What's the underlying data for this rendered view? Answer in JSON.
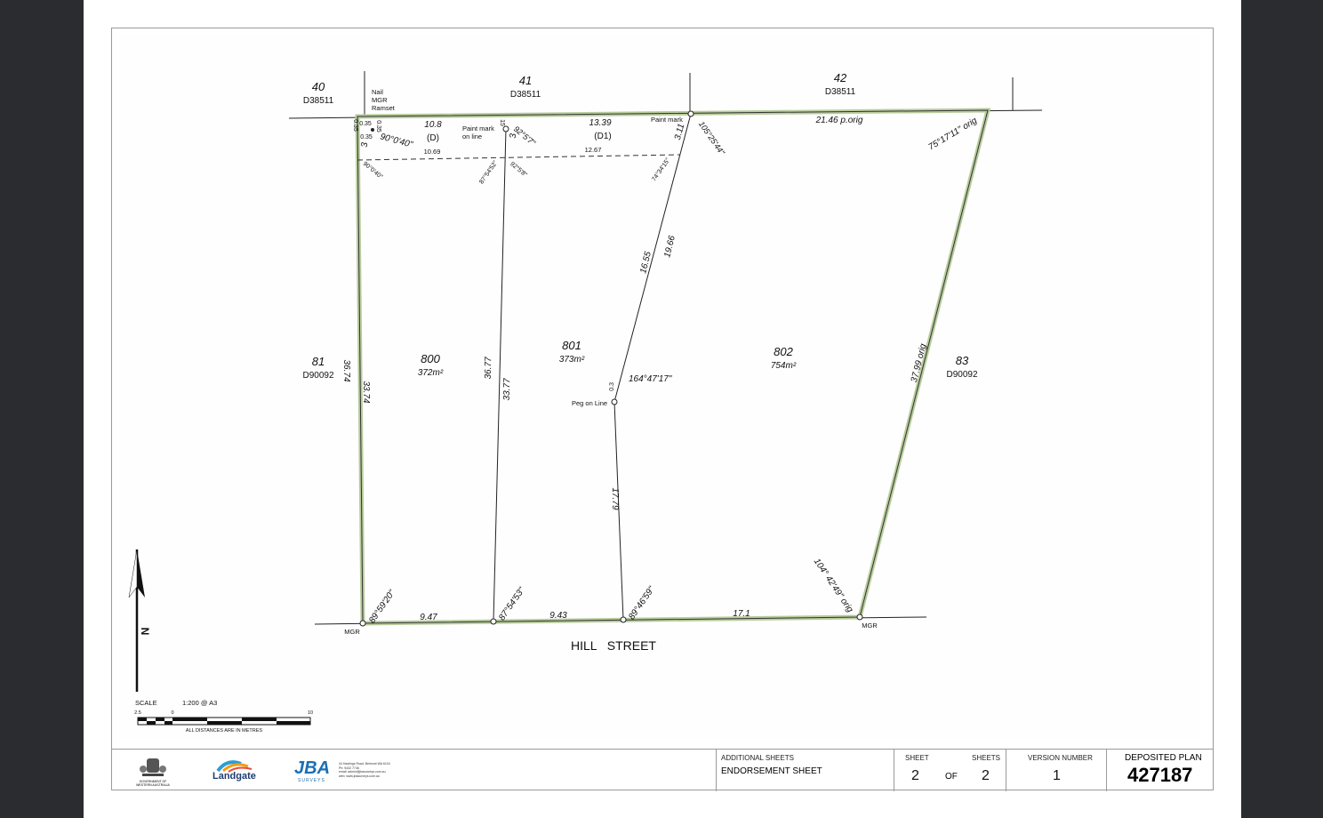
{
  "lots": {
    "l40": {
      "num": "40",
      "plan": "D38511"
    },
    "l41": {
      "num": "41",
      "plan": "D38511"
    },
    "l42": {
      "num": "42",
      "plan": "D38511"
    },
    "l81": {
      "num": "81",
      "plan": "D90092"
    },
    "l83": {
      "num": "83",
      "plan": "D90092"
    },
    "l800": {
      "num": "800",
      "area": "372m²"
    },
    "l801": {
      "num": "801",
      "area": "373m²"
    },
    "l802": {
      "num": "802",
      "area": "754m²"
    }
  },
  "street": "HILL   STREET",
  "labels": {
    "nail_mgr": [
      "Nail",
      "MGR",
      "Ramset"
    ],
    "paint_mark_line": [
      "Paint mark",
      "on line"
    ],
    "paint_mark": "Paint mark",
    "peg_on_line": "Peg on Line",
    "mgr_left": "MGR",
    "mgr_right": "MGR",
    "easement_d": "(D)",
    "easement_d1": "(D1)",
    "d_108": "10.8",
    "d_1339": "13.39",
    "d_1069": "10.69",
    "d_1267": "12.67",
    "d_2146": "21.46 p.orig",
    "b_751711": "75°17'11\" orig",
    "b_90040": "90°0'40\"",
    "b_90040s": "90°0'40\"",
    "b_9257": "92°5'7\"",
    "b_8754": "87°54'52\"",
    "b_9256": "92°5'8\"",
    "b_741415": "74°34'15\"",
    "b_1052544": "105°25'44\"",
    "d_311": "3.11",
    "d_3a": "3",
    "d_3b": "3",
    "d_035a": "0.35",
    "d_035b": "0.35",
    "d_035c": "0.35",
    "d_035d": "0.35",
    "d_15": "15",
    "d_1655": "16.55",
    "d_1966": "19.66",
    "d_3674": "36.74",
    "d_3374a": "33.74",
    "d_3677": "36.77",
    "d_3377": "33.77",
    "b_1644717": "164°47'17\"",
    "d_03": "0.3",
    "d_1779": "17.79",
    "d_3799": "37.99 orig",
    "b_1044249": "104° 42'49\" orig",
    "b_895920": "89°59'20\"",
    "b_875453": "87°54'53\"",
    "b_894659": "89°46'59\"",
    "d_947": "9.47",
    "d_943": "9.43",
    "d_171": "17.1"
  },
  "north": "N",
  "scale": {
    "label": "SCALE",
    "ratio": "1:200 @ A3",
    "tick_left": "2.5",
    "tick_zero": "0",
    "tick_right": "10",
    "note": "ALL DISTANCES ARE IN METRES"
  },
  "title_block": {
    "address_lines": [
      "44 Hastings Road, Belmont WA 6104",
      "Ph: 9432 7746",
      "email: admin@jbasurveys.com.au",
      "web: www.jbasurveys.com.au"
    ],
    "landgate": "Landgate",
    "jba": "JBA",
    "jba_sub": "SURVEYS",
    "gov": [
      "GOVERNMENT OF",
      "WESTERN AUSTRALIA"
    ],
    "additional_sheets_label": "ADDITIONAL SHEETS",
    "additional_sheets_value": "ENDORSEMENT SHEET",
    "sheet_label": "SHEET",
    "sheet_value": "2",
    "of": "OF",
    "sheets_label": "SHEETS",
    "sheets_value": "2",
    "version_label": "VERSION NUMBER",
    "version_value": "1",
    "plan_label": "DEPOSITED PLAN",
    "plan_number": "427187"
  },
  "colors": {
    "boundary": "#b8cc9c",
    "line": "#222222",
    "background": "#2b2c2f"
  }
}
